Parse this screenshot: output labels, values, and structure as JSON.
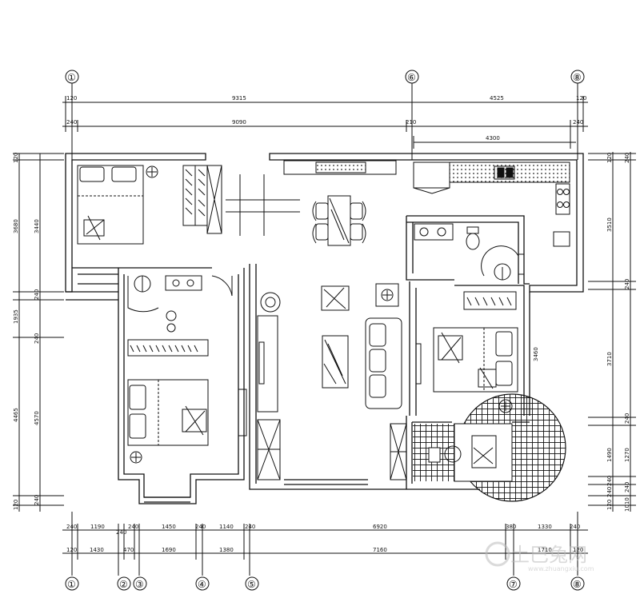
{
  "axes": {
    "top": [
      {
        "label": "①"
      },
      {
        "label": "⑥"
      },
      {
        "label": "⑧"
      }
    ],
    "bottom": [
      {
        "label": "①"
      },
      {
        "label": "②"
      },
      {
        "label": "③"
      },
      {
        "label": "④"
      },
      {
        "label": "⑤"
      },
      {
        "label": "⑦"
      },
      {
        "label": "⑧"
      }
    ]
  },
  "dimensions": {
    "top_row1": [
      "120",
      "9315",
      "4525",
      "120"
    ],
    "top_row2": [
      "240",
      "9090",
      "210",
      "4300",
      "240"
    ],
    "bottom_row1": [
      "240",
      "1190",
      "240",
      "240",
      "1450",
      "240",
      "1140",
      "240",
      "6920",
      "380",
      "1330",
      "240"
    ],
    "bottom_row2": [
      "120",
      "1430",
      "470",
      "1690",
      "1380",
      "7160",
      "1710",
      "120"
    ],
    "left_outer": [
      "120",
      "3680",
      "1935",
      "4465",
      "120"
    ],
    "left_inner": [
      "3440",
      "240",
      "240",
      "4570",
      "240"
    ],
    "right_outer": [
      "120",
      "3510",
      "3710",
      "1490",
      "240",
      "240",
      "120"
    ],
    "right_inner": [
      "240",
      "240",
      "3460",
      "240",
      "1270",
      "240",
      "1010"
    ]
  },
  "watermark": {
    "text": "土巴兔网",
    "sub": "www.zhuangxiu.com"
  },
  "colors": {
    "line": "#111111",
    "hatch": "#222222",
    "watermark": "#bbbbbb"
  }
}
